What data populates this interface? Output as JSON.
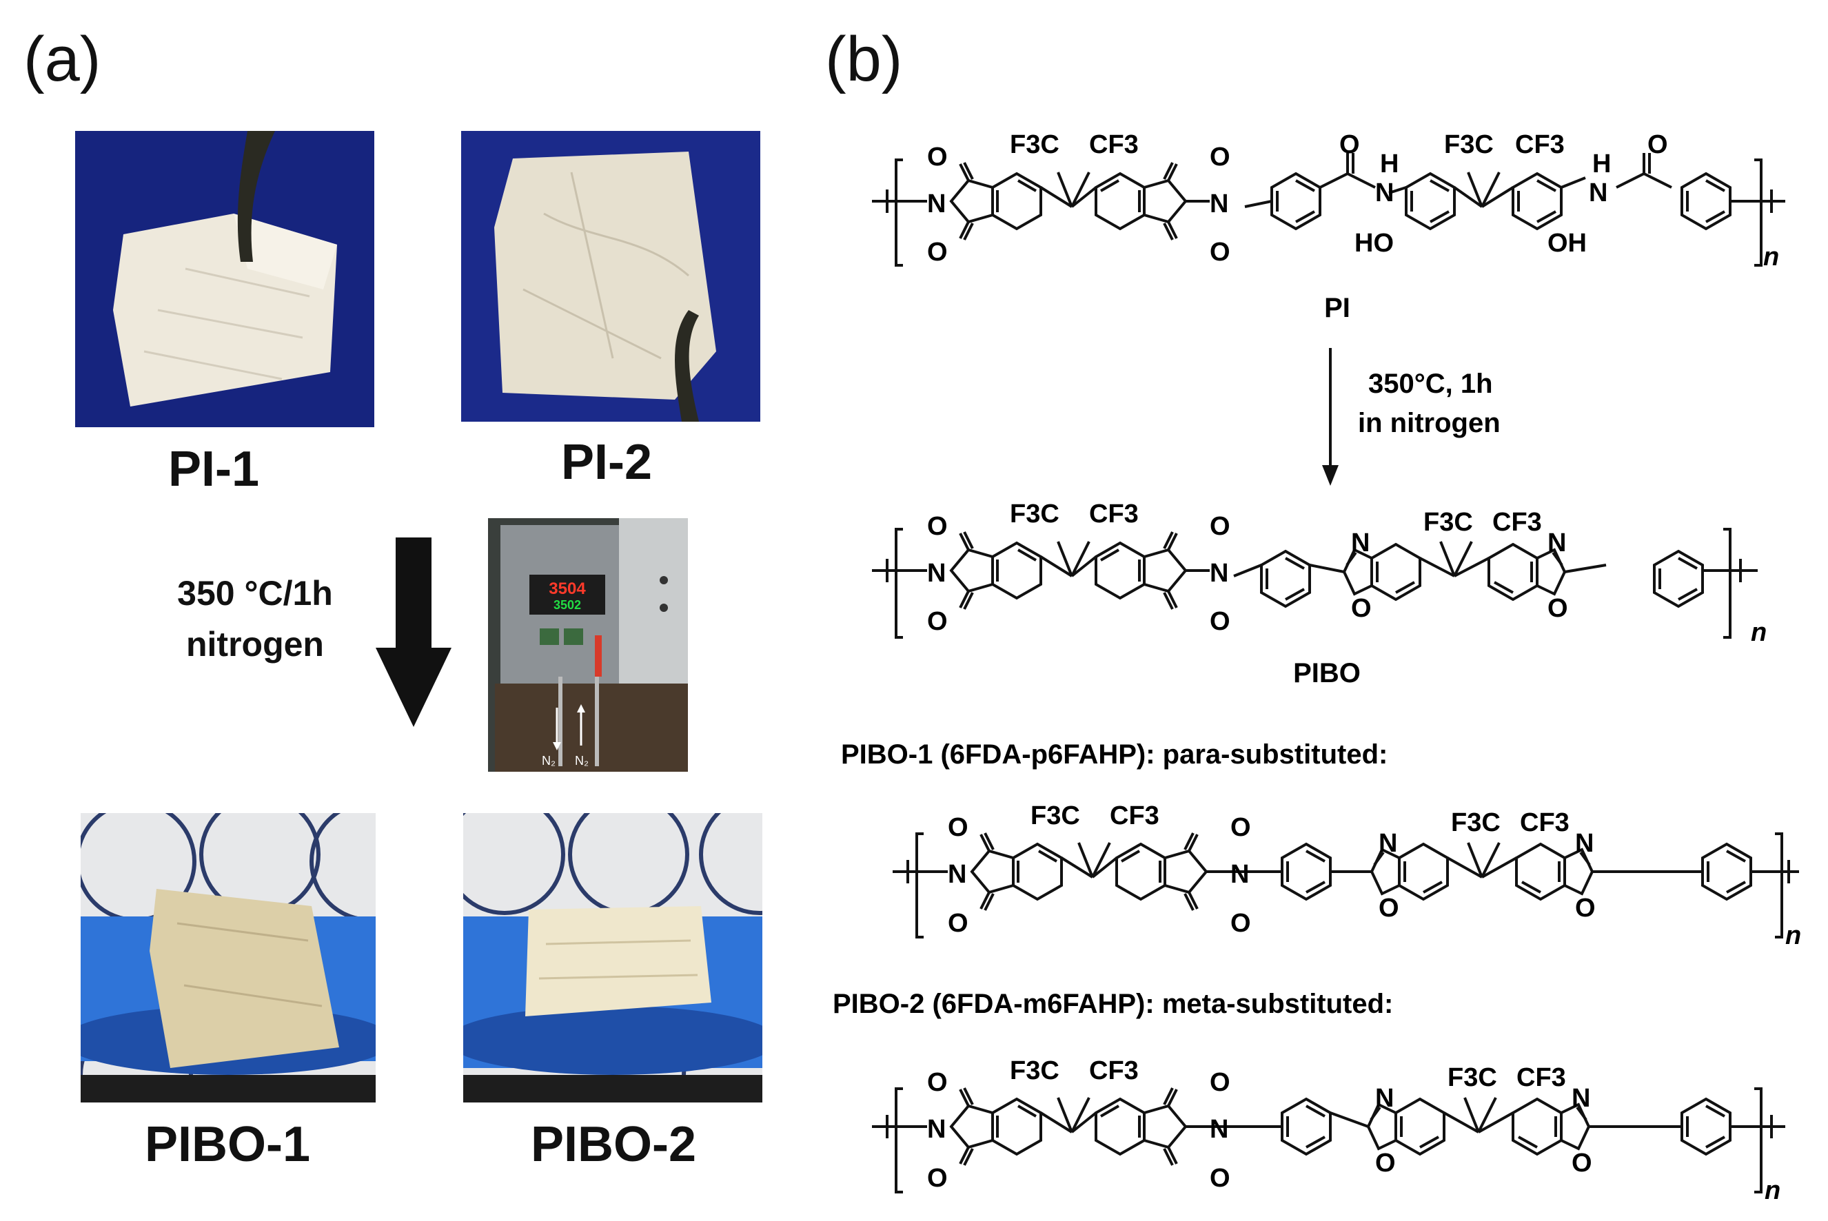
{
  "panels": {
    "a": {
      "label": "(a)"
    },
    "b": {
      "label": "(b)"
    }
  },
  "photos": {
    "pi1": {
      "caption": "PI-1"
    },
    "pi2": {
      "caption": "PI-2"
    },
    "pibo1": {
      "caption": "PIBO-1"
    },
    "pibo2": {
      "caption": "PIBO-2"
    },
    "furnace": {
      "display_top": "3504",
      "display_bottom": "3502",
      "gas_left": "N₂",
      "gas_right": "N₂"
    }
  },
  "process": {
    "line1": "350 °C/1h",
    "line2": "nitrogen"
  },
  "scheme": {
    "pi_label": "PI",
    "pibo_label": "PIBO",
    "reaction_line1": "350°C, 1h",
    "reaction_line2": "in nitrogen",
    "pibo1_title": "PIBO-1 (6FDA-p6FAHP): para-substituted:",
    "pibo2_title": "PIBO-2 (6FDA-m6FAHP): meta-substituted:",
    "atoms": {
      "o": "O",
      "n": "N",
      "h": "H",
      "ho": "HO",
      "oh": "OH",
      "f3c": "F3C",
      "cf3": "CF3",
      "n_sub": "n"
    }
  },
  "colors": {
    "blue_bg": "#1b2a8a",
    "glove_blue": "#2f74d8",
    "film_white": "#eee9dc",
    "film_yellow": "#dccfa8",
    "ink": "#111111"
  }
}
